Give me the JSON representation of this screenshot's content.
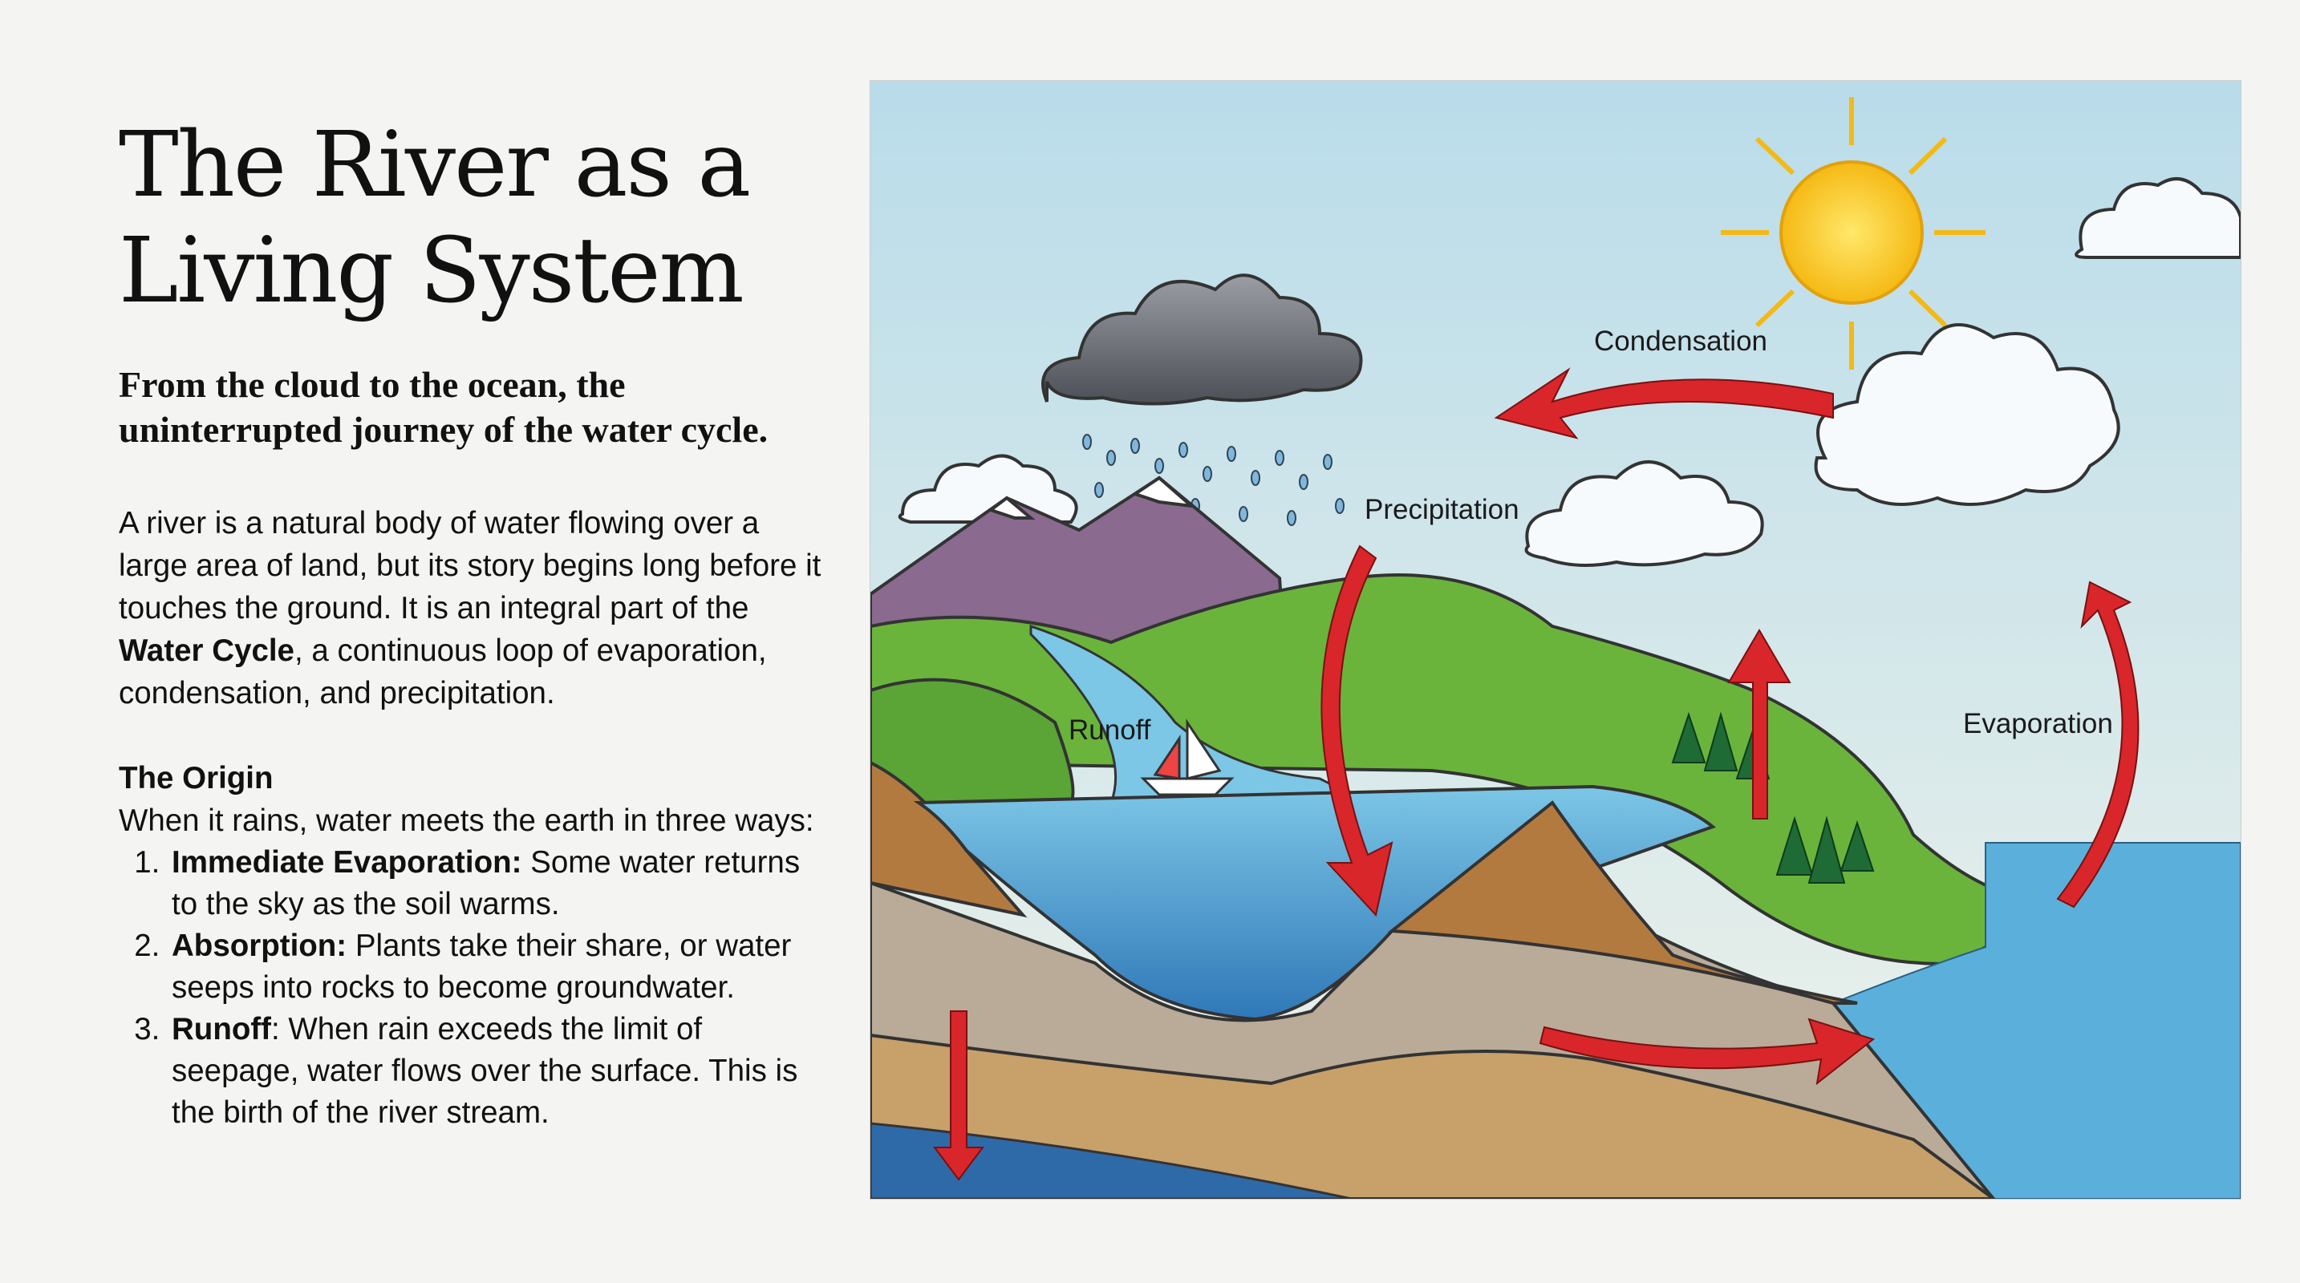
{
  "title": "The River as a Living System",
  "subtitle": "From the cloud to the ocean, the uninterrupted journey of the water cycle.",
  "intro": {
    "before": "A river is a natural body of water flowing over a large area of land, but its story begins long before it touches the ground. It is an integral part of the ",
    "bold": "Water Cycle",
    "after": ", a continuous loop of evaporation, condensation, and precipitation."
  },
  "origin": {
    "heading": "The Origin",
    "lead": "When it rains, water meets the earth in three ways:",
    "items": [
      {
        "term": "Immediate Evaporation:",
        "text": " Some water returns to the sky as the soil warms."
      },
      {
        "term": "Absorption:",
        "text": " Plants take their share, or water seeps into rocks to become groundwater."
      },
      {
        "term": "Runoff",
        "text": ": When rain exceeds the limit of seepage, water flows over the surface. This is the birth of the river stream."
      }
    ]
  },
  "diagram": {
    "labels": {
      "condensation": "Condensation",
      "precipitation": "Precipitation",
      "runoff": "Runoff",
      "evaporation": "Evaporation"
    },
    "colors": {
      "arrow": "#d8262b",
      "sun": "#f7c21c",
      "water": "#4aa3d4",
      "grass": "#6ab43c",
      "sky": "#cfe6f0"
    }
  }
}
